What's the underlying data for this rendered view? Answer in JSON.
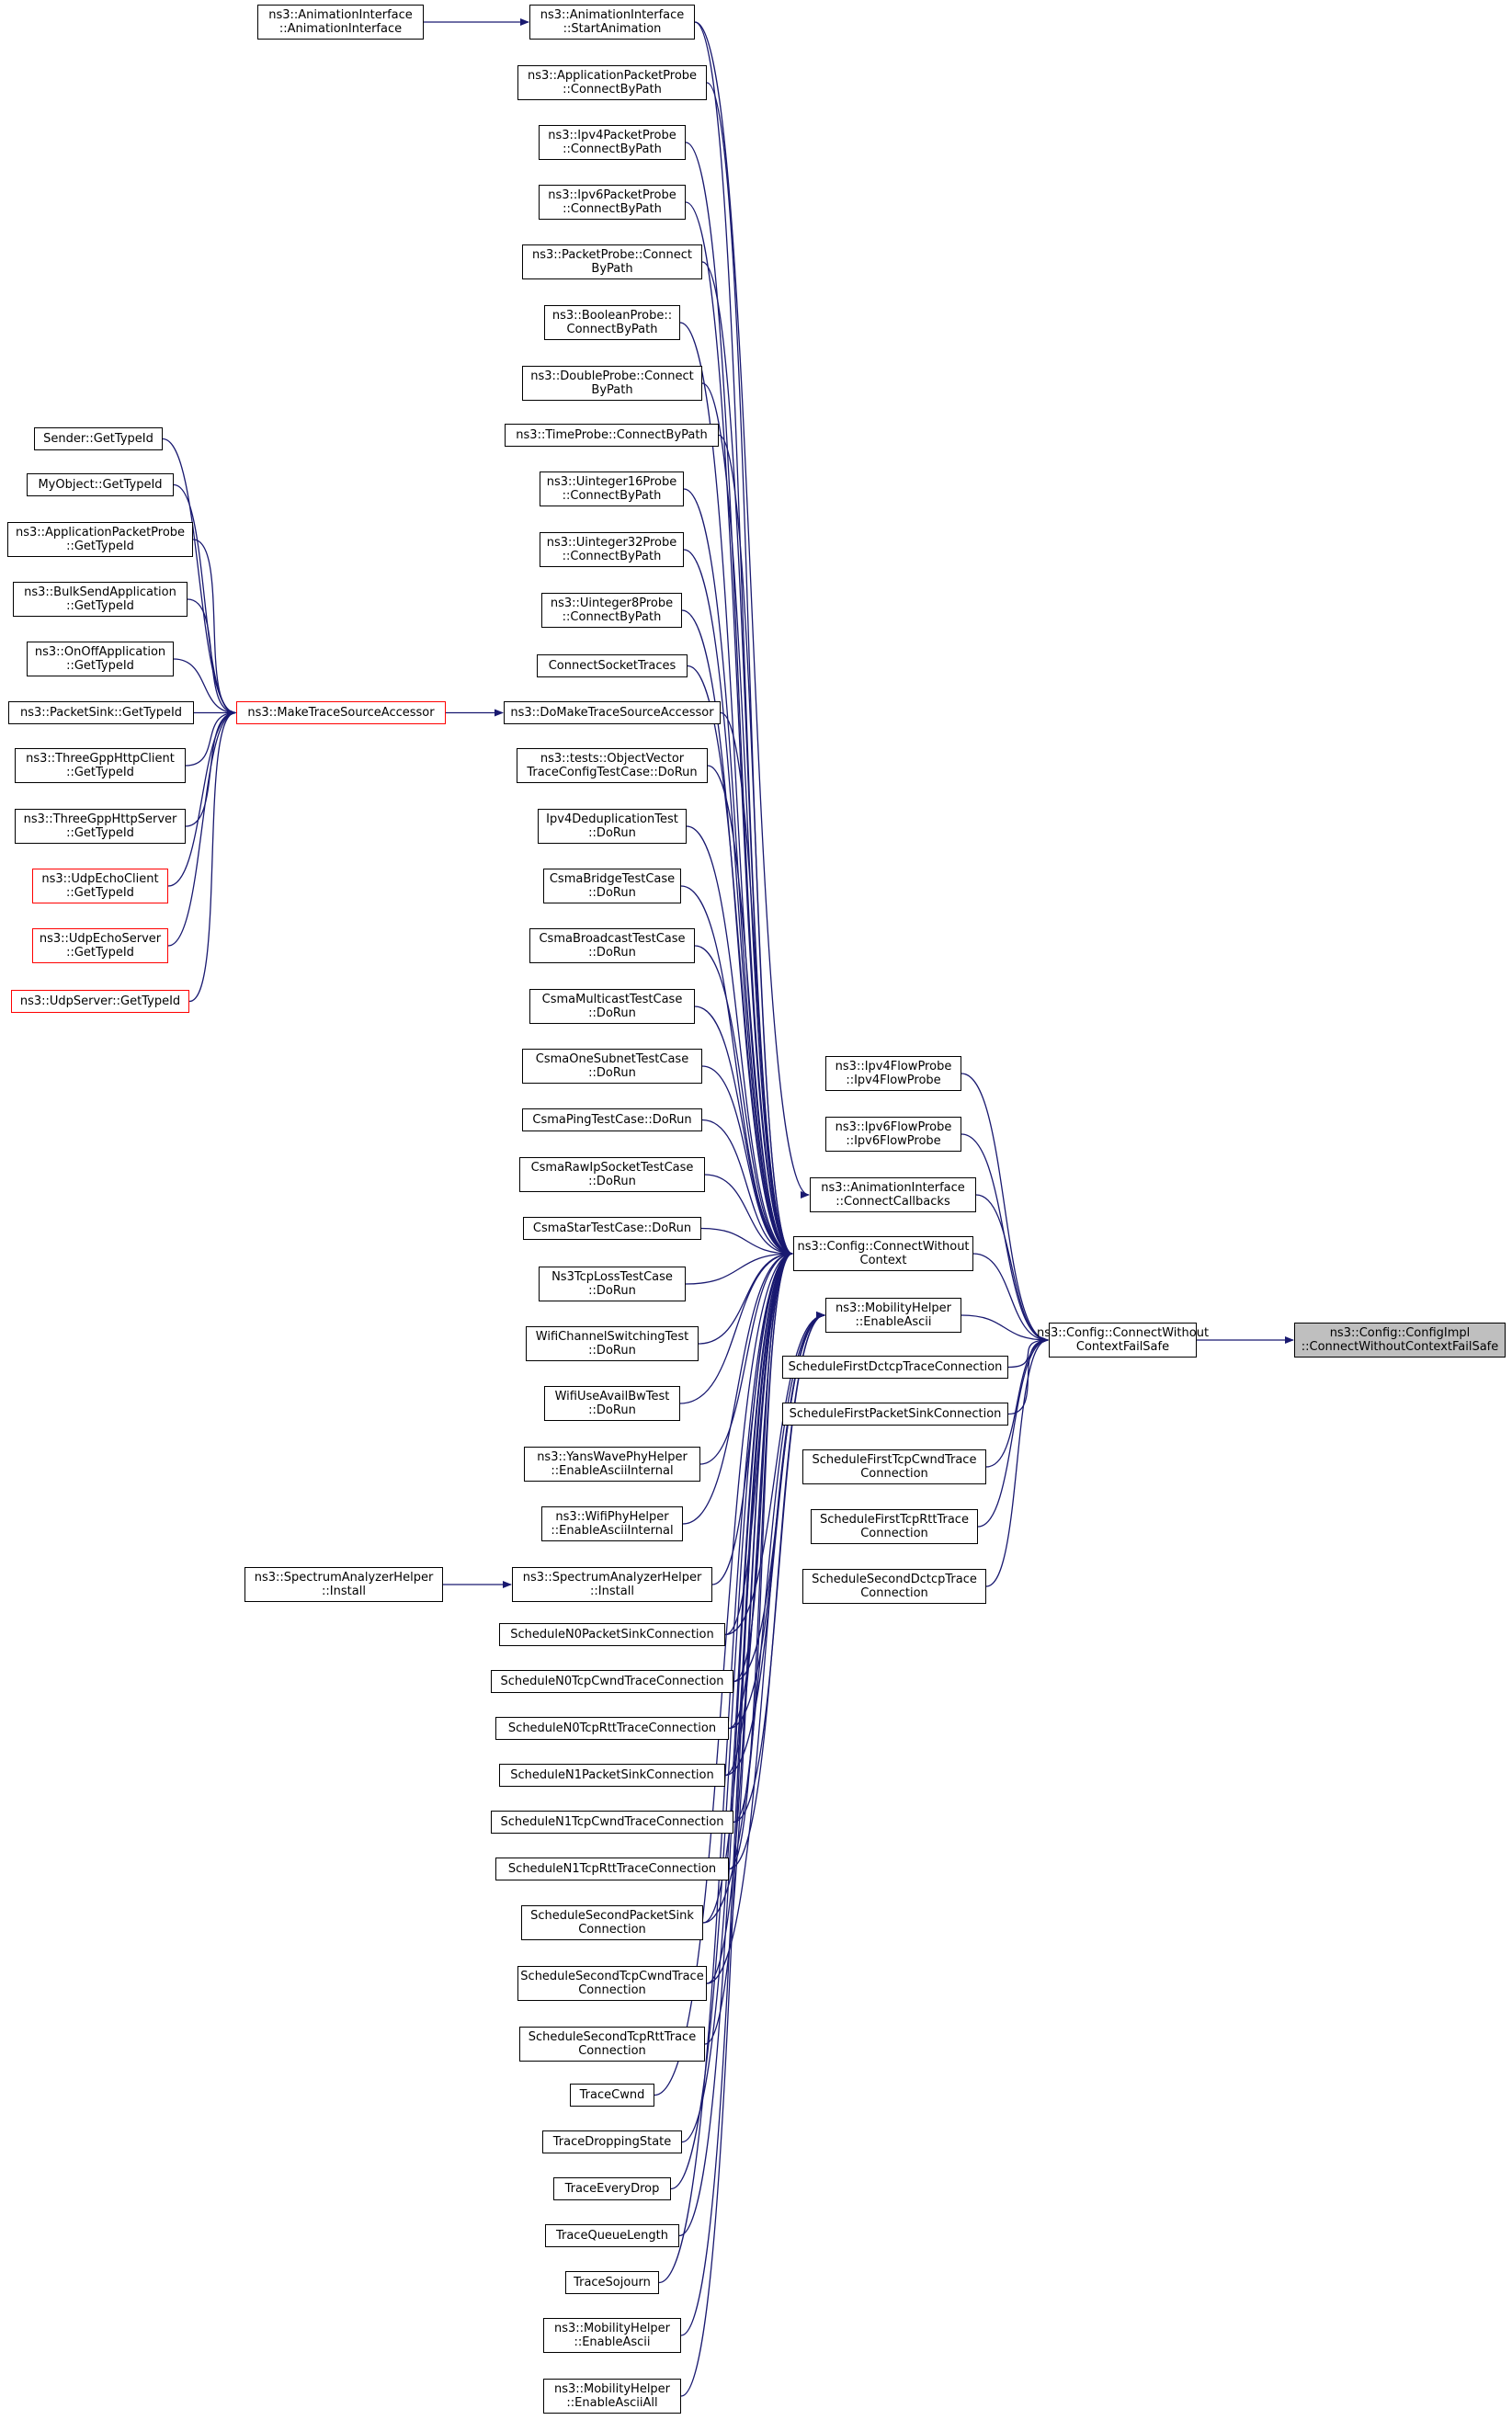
{
  "graph": {
    "colors": {
      "edge": "#191970",
      "node_border": "#000000",
      "node_border_incomplete": "#ff0000",
      "focus_fill": "#bfbfbf"
    },
    "nodes": [
      {
        "id": "focus",
        "label": "ns3::Config::ConfigImpl\n::ConnectWithoutContextFailSafe",
        "style": "highlight"
      },
      {
        "id": "cwcfs",
        "label": "ns3::Config::ConnectWithout\nContextFailSafe"
      },
      {
        "id": "cwc",
        "label": "ns3::Config::ConnectWithout\nContext"
      },
      {
        "id": "ipv4fp",
        "label": "ns3::Ipv4FlowProbe\n::Ipv4FlowProbe"
      },
      {
        "id": "ipv6fp",
        "label": "ns3::Ipv6FlowProbe\n::Ipv6FlowProbe"
      },
      {
        "id": "aicc",
        "label": "ns3::AnimationInterface\n::ConnectCallbacks"
      },
      {
        "id": "mhea1",
        "label": "ns3::MobilityHelper\n::EnableAscii"
      },
      {
        "id": "sfdctcp",
        "label": "ScheduleFirstDctcpTraceConnection"
      },
      {
        "id": "sfpsink",
        "label": "ScheduleFirstPacketSinkConnection"
      },
      {
        "id": "sftcpcwnd",
        "label": "ScheduleFirstTcpCwndTrace\nConnection"
      },
      {
        "id": "sftcprtt",
        "label": "ScheduleFirstTcpRttTrace\nConnection"
      },
      {
        "id": "ssdctcp",
        "label": "ScheduleSecondDctcpTrace\nConnection"
      },
      {
        "id": "aisa",
        "label": "ns3::AnimationInterface\n::StartAnimation"
      },
      {
        "id": "aia",
        "label": "ns3::AnimationInterface\n::AnimationInterface"
      },
      {
        "id": "appprobe",
        "label": "ns3::ApplicationPacketProbe\n::ConnectByPath"
      },
      {
        "id": "ipv4pp",
        "label": "ns3::Ipv4PacketProbe\n::ConnectByPath"
      },
      {
        "id": "ipv6pp",
        "label": "ns3::Ipv6PacketProbe\n::ConnectByPath"
      },
      {
        "id": "pp",
        "label": "ns3::PacketProbe::Connect\nByPath"
      },
      {
        "id": "bp",
        "label": "ns3::BooleanProbe::\nConnectByPath"
      },
      {
        "id": "dp",
        "label": "ns3::DoubleProbe::Connect\nByPath"
      },
      {
        "id": "tp",
        "label": "ns3::TimeProbe::ConnectByPath"
      },
      {
        "id": "u16",
        "label": "ns3::Uinteger16Probe\n::ConnectByPath"
      },
      {
        "id": "u32",
        "label": "ns3::Uinteger32Probe\n::ConnectByPath"
      },
      {
        "id": "u8",
        "label": "ns3::Uinteger8Probe\n::ConnectByPath"
      },
      {
        "id": "cst",
        "label": "ConnectSocketTraces"
      },
      {
        "id": "dmtsa",
        "label": "ns3::DoMakeTraceSourceAccessor"
      },
      {
        "id": "mtsa",
        "label": "ns3::MakeTraceSourceAccessor",
        "style": "red"
      },
      {
        "id": "sender",
        "label": "Sender::GetTypeId"
      },
      {
        "id": "myobj",
        "label": "MyObject::GetTypeId"
      },
      {
        "id": "apppg",
        "label": "ns3::ApplicationPacketProbe\n::GetTypeId"
      },
      {
        "id": "bulk",
        "label": "ns3::BulkSendApplication\n::GetTypeId"
      },
      {
        "id": "onoff",
        "label": "ns3::OnOffApplication\n::GetTypeId"
      },
      {
        "id": "psink",
        "label": "ns3::PacketSink::GetTypeId"
      },
      {
        "id": "tghc",
        "label": "ns3::ThreeGppHttpClient\n::GetTypeId"
      },
      {
        "id": "tghs",
        "label": "ns3::ThreeGppHttpServer\n::GetTypeId"
      },
      {
        "id": "uec",
        "label": "ns3::UdpEchoClient\n::GetTypeId",
        "style": "red"
      },
      {
        "id": "ues",
        "label": "ns3::UdpEchoServer\n::GetTypeId",
        "style": "red"
      },
      {
        "id": "us",
        "label": "ns3::UdpServer::GetTypeId",
        "style": "red"
      },
      {
        "id": "ovtc",
        "label": "ns3::tests::ObjectVector\nTraceConfigTestCase::DoRun"
      },
      {
        "id": "ipv4dd",
        "label": "Ipv4DeduplicationTest\n::DoRun"
      },
      {
        "id": "csmabr",
        "label": "CsmaBridgeTestCase\n::DoRun"
      },
      {
        "id": "csmabc",
        "label": "CsmaBroadcastTestCase\n::DoRun"
      },
      {
        "id": "csmamc",
        "label": "CsmaMulticastTestCase\n::DoRun"
      },
      {
        "id": "csmaos",
        "label": "CsmaOneSubnetTestCase\n::DoRun"
      },
      {
        "id": "csmaping",
        "label": "CsmaPingTestCase::DoRun"
      },
      {
        "id": "csmaraw",
        "label": "CsmaRawIpSocketTestCase\n::DoRun"
      },
      {
        "id": "csmastar",
        "label": "CsmaStarTestCase::DoRun"
      },
      {
        "id": "ns3tcp",
        "label": "Ns3TcpLossTestCase\n::DoRun"
      },
      {
        "id": "wifics",
        "label": "WifiChannelSwitchingTest\n::DoRun"
      },
      {
        "id": "wifiab",
        "label": "WifiUseAvailBwTest\n::DoRun"
      },
      {
        "id": "yans",
        "label": "ns3::YansWavePhyHelper\n::EnableAsciiInternal"
      },
      {
        "id": "wifiphy",
        "label": "ns3::WifiPhyHelper\n::EnableAsciiInternal"
      },
      {
        "id": "sahi",
        "label": "ns3::SpectrumAnalyzerHelper\n::Install"
      },
      {
        "id": "sahi2",
        "label": "ns3::SpectrumAnalyzerHelper\n::Install"
      },
      {
        "id": "sn0ps",
        "label": "ScheduleN0PacketSinkConnection"
      },
      {
        "id": "sn0cw",
        "label": "ScheduleN0TcpCwndTraceConnection"
      },
      {
        "id": "sn0rtt",
        "label": "ScheduleN0TcpRttTraceConnection"
      },
      {
        "id": "sn1ps",
        "label": "ScheduleN1PacketSinkConnection"
      },
      {
        "id": "sn1cw",
        "label": "ScheduleN1TcpCwndTraceConnection"
      },
      {
        "id": "sn1rtt",
        "label": "ScheduleN1TcpRttTraceConnection"
      },
      {
        "id": "ssps",
        "label": "ScheduleSecondPacketSink\nConnection"
      },
      {
        "id": "sscw",
        "label": "ScheduleSecondTcpCwndTrace\nConnection"
      },
      {
        "id": "ssrtt",
        "label": "ScheduleSecondTcpRttTrace\nConnection"
      },
      {
        "id": "tcwnd",
        "label": "TraceCwnd"
      },
      {
        "id": "tdrop",
        "label": "TraceDroppingState"
      },
      {
        "id": "tevery",
        "label": "TraceEveryDrop"
      },
      {
        "id": "tqlen",
        "label": "TraceQueueLength"
      },
      {
        "id": "tsoj",
        "label": "TraceSojourn"
      },
      {
        "id": "mhea2",
        "label": "ns3::MobilityHelper\n::EnableAscii"
      },
      {
        "id": "mheaa",
        "label": "ns3::MobilityHelper\n::EnableAsciiAll"
      }
    ],
    "edges": [
      [
        "cwcfs",
        "focus"
      ],
      [
        "cwc",
        "cwcfs"
      ],
      [
        "ipv4fp",
        "cwcfs"
      ],
      [
        "ipv6fp",
        "cwcfs"
      ],
      [
        "aicc",
        "cwcfs"
      ],
      [
        "mhea1",
        "cwcfs"
      ],
      [
        "sfdctcp",
        "cwcfs"
      ],
      [
        "sfpsink",
        "cwcfs"
      ],
      [
        "sftcpcwnd",
        "cwcfs"
      ],
      [
        "sftcprtt",
        "cwcfs"
      ],
      [
        "ssdctcp",
        "cwcfs"
      ],
      [
        "aia",
        "aisa"
      ],
      [
        "aisa",
        "aicc"
      ],
      [
        "sahi2",
        "sahi"
      ],
      [
        "sender",
        "mtsa"
      ],
      [
        "myobj",
        "mtsa"
      ],
      [
        "apppg",
        "mtsa"
      ],
      [
        "bulk",
        "mtsa"
      ],
      [
        "onoff",
        "mtsa"
      ],
      [
        "psink",
        "mtsa"
      ],
      [
        "tghc",
        "mtsa"
      ],
      [
        "tghs",
        "mtsa"
      ],
      [
        "uec",
        "mtsa"
      ],
      [
        "ues",
        "mtsa"
      ],
      [
        "us",
        "mtsa"
      ],
      [
        "mtsa",
        "dmtsa"
      ],
      [
        "aisa",
        "cwc"
      ],
      [
        "appprobe",
        "cwc"
      ],
      [
        "ipv4pp",
        "cwc"
      ],
      [
        "ipv6pp",
        "cwc"
      ],
      [
        "pp",
        "cwc"
      ],
      [
        "bp",
        "cwc"
      ],
      [
        "dp",
        "cwc"
      ],
      [
        "tp",
        "cwc"
      ],
      [
        "u16",
        "cwc"
      ],
      [
        "u32",
        "cwc"
      ],
      [
        "u8",
        "cwc"
      ],
      [
        "cst",
        "cwc"
      ],
      [
        "dmtsa",
        "cwc"
      ],
      [
        "ovtc",
        "cwc"
      ],
      [
        "ipv4dd",
        "cwc"
      ],
      [
        "csmabr",
        "cwc"
      ],
      [
        "csmabc",
        "cwc"
      ],
      [
        "csmamc",
        "cwc"
      ],
      [
        "csmaos",
        "cwc"
      ],
      [
        "csmaping",
        "cwc"
      ],
      [
        "csmaraw",
        "cwc"
      ],
      [
        "csmastar",
        "cwc"
      ],
      [
        "ns3tcp",
        "cwc"
      ],
      [
        "wifics",
        "cwc"
      ],
      [
        "wifiab",
        "cwc"
      ],
      [
        "yans",
        "cwc"
      ],
      [
        "wifiphy",
        "cwc"
      ],
      [
        "sahi",
        "cwc"
      ],
      [
        "sn0ps",
        "cwc"
      ],
      [
        "sn0cw",
        "cwc"
      ],
      [
        "sn0rtt",
        "cwc"
      ],
      [
        "sn1ps",
        "cwc"
      ],
      [
        "sn1cw",
        "cwc"
      ],
      [
        "sn1rtt",
        "cwc"
      ],
      [
        "ssps",
        "cwc"
      ],
      [
        "sscw",
        "cwc"
      ],
      [
        "ssrtt",
        "cwc"
      ],
      [
        "tcwnd",
        "cwc"
      ],
      [
        "tdrop",
        "cwc"
      ],
      [
        "tevery",
        "cwc"
      ],
      [
        "tqlen",
        "cwc"
      ],
      [
        "tsoj",
        "cwc"
      ],
      [
        "mhea2",
        "cwc"
      ],
      [
        "mheaa",
        "cwc"
      ],
      [
        "sn0ps",
        "mhea1"
      ],
      [
        "sn0cw",
        "mhea1"
      ],
      [
        "sn0rtt",
        "mhea1"
      ],
      [
        "sn1ps",
        "mhea1"
      ],
      [
        "sn1cw",
        "mhea1"
      ],
      [
        "sn1rtt",
        "mhea1"
      ],
      [
        "ssps",
        "mhea1"
      ],
      [
        "sscw",
        "mhea1"
      ]
    ]
  }
}
